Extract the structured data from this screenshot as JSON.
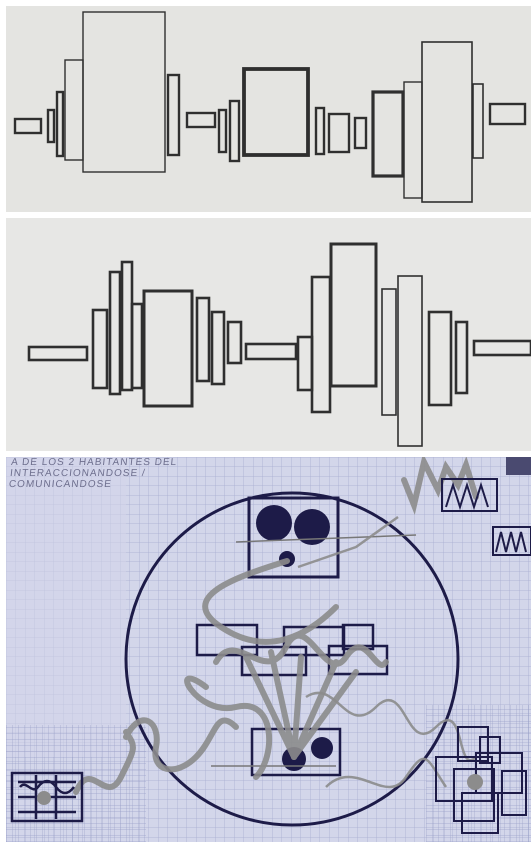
{
  "panels": [
    {
      "id": "panel-1",
      "subject": "ink drawing of a horizontal symmetric composition of rectangles"
    },
    {
      "id": "panel-2",
      "subject": "ink drawing of a horizontal composition of rectangles of varying heights"
    },
    {
      "id": "panel-3",
      "subject": "ink drawing on grid paper with circle, squares, dots and wavy lines"
    }
  ],
  "caption": {
    "line1": "A DE LOS 2 HABITANTES DEL",
    "line2": "INTERACCIONANDOSE /",
    "line3": "COMUNICANDOSE"
  },
  "colors": {
    "ink": "#2e2e2e",
    "paper_gray": "#e4e4e1",
    "grid_paper": "#d3d6ea",
    "grid_line": "#a9aecf",
    "ink_blue": "#1d1b48",
    "pencil_gray": "#8a8a8a"
  }
}
